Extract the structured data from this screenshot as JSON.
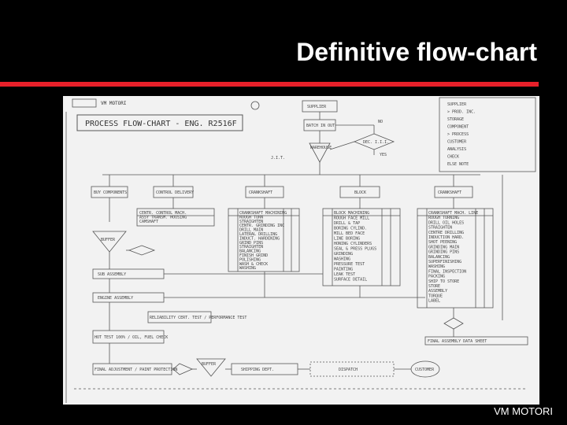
{
  "slide": {
    "title": "Definitive flow-chart",
    "footer": "VM MOTORI",
    "accent_color": "#e8202a",
    "background_color": "#000000"
  },
  "document": {
    "header_title": "PROCESS FLOW-CHART - ENG. R2516F",
    "brand": "VM MOTORI",
    "top_nodes": {
      "supplier": "SUPPLIER",
      "batch_in_out": "BATCH IN OUT",
      "decision": "DEC. I.I.I.",
      "warehouse": "WAREHOUSE",
      "no": "NO",
      "yes": "YES",
      "jit": "J.I.T."
    },
    "legend": [
      "SUPPLIER",
      "> PROD. INC.",
      "STORAGE",
      "COMPONENT",
      "> PROCESS",
      "CUSTOMER",
      "ANALYSIS",
      "CHECK",
      "ELSE NOTE"
    ],
    "departments": [
      "BUY COMPONENTS",
      "CONTROL DELIVERY",
      "CRANKSHAFT",
      "BLOCK",
      "CRANKSHAFT"
    ],
    "tables": {
      "control_delivery": [
        "CENTR. CONTROL MACH.",
        "ASSY TRANSM. HOUSING",
        "CAMSHAFT"
      ],
      "crankshaft": [
        "CRANKSHAFT MACHINING",
        "ROUGH TURN",
        "STRAIGHTEN",
        "CENTR. GRINDING INC",
        "DRILL MAIN",
        "LATERAL DRILLING",
        "INDUCT. HARDENING",
        "GRIND PINS",
        "STRAIGHTEN",
        "BALANCING",
        "FINISH GRIND",
        "POLISHING",
        "WASH & CHECK",
        "WASHING"
      ],
      "block": [
        "BLOCK MACHINING",
        "ROUGH FACE MILL",
        "DRILL & TAP",
        "BORING CYLIND.",
        "MILL BED FACE",
        "LINE BORING",
        "HONING CYLINDERS",
        "SEAL & PRESS PLUGS",
        "GRINDING",
        "WASHING",
        "PRESSURE TEST",
        "PAINTING",
        "LEAK TEST",
        "SURFACE DETAIL"
      ],
      "right": [
        "CRANKSHAFT MACH. LINE",
        "ROUGH TURNING",
        "DRILL OIL HOLES",
        "STRAIGHTEN",
        "CENTRE DRILLING",
        "INDUCTION HARD.",
        "SHOT PEENING",
        "GRINDING MAIN",
        "GRINDING PINS",
        "BALANCING",
        "SUPERFINISHING",
        "WASHING",
        "FINAL INSPECTION",
        "PACKING",
        "SHIP TO STORE",
        "STORE",
        "ASSEMBLY",
        "TORQUE",
        "LABEL"
      ]
    },
    "flow_nodes": {
      "buffer": "BUFFER",
      "sub_assembly": "SUB ASSEMBLY",
      "engine_assembly": "ENGINE ASSEMBLY",
      "reliability": "RELIABILITY CERT. TEST / PERFORMANCE TEST",
      "hot_test": "HOT TEST 100% / OIL, FUEL CHECK",
      "final_adjust": "FINAL ADJUSTMENT / PAINT PROTECTION",
      "buffer2": "BUFFER",
      "shipping": "SHIPPING DEPT.",
      "dispatch": "DISPATCH",
      "customer": "CUSTOMER",
      "right_end": "FINAL ASSEMBLY DATA SHEET"
    }
  }
}
